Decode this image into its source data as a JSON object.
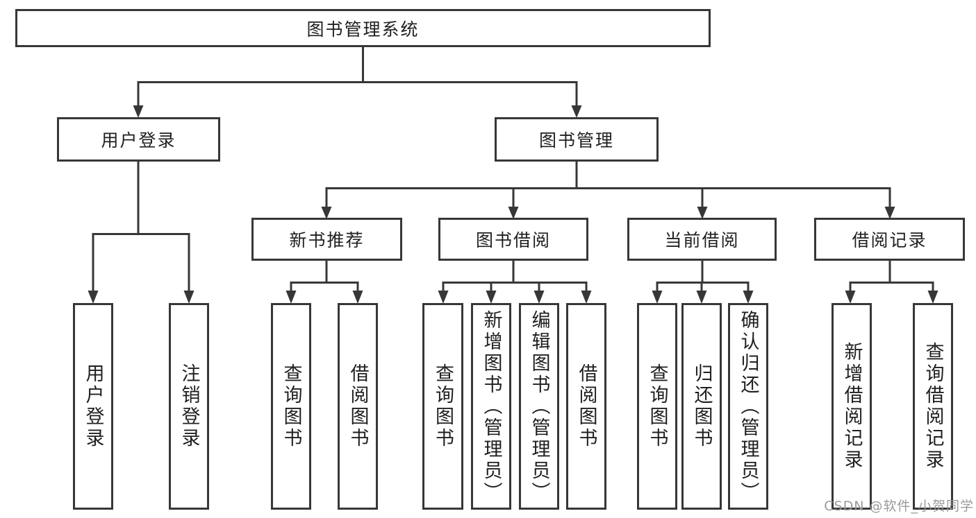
{
  "nodes": {
    "root": {
      "label": "图书管理系统"
    },
    "branches": [
      {
        "label": "用户登录",
        "children": [
          {
            "label": "用户登录"
          },
          {
            "label": "注销登录"
          }
        ]
      },
      {
        "label": "图书管理",
        "sections": [
          {
            "label": "新书推荐",
            "children": [
              {
                "label": "查询图书"
              },
              {
                "label": "借阅图书"
              }
            ]
          },
          {
            "label": "图书借阅",
            "children": [
              {
                "label": "查询图书"
              },
              {
                "label": "新增图书（管理员）"
              },
              {
                "label": "编辑图书（管理员）"
              },
              {
                "label": "借阅图书"
              }
            ]
          },
          {
            "label": "当前借阅",
            "children": [
              {
                "label": "查询图书"
              },
              {
                "label": "归还图书"
              },
              {
                "label": "确认归还（管理员）"
              }
            ]
          },
          {
            "label": "借阅记录",
            "children": [
              {
                "label": "新增借阅记录"
              },
              {
                "label": "查询借阅记录"
              }
            ]
          }
        ]
      }
    ]
  },
  "watermark": {
    "text": "CSDN @软件_小贺同学"
  },
  "colors": {
    "line": "#373737",
    "text": "#1f1f1f",
    "watermark": "#9a9a9a",
    "background": "#ffffff"
  }
}
